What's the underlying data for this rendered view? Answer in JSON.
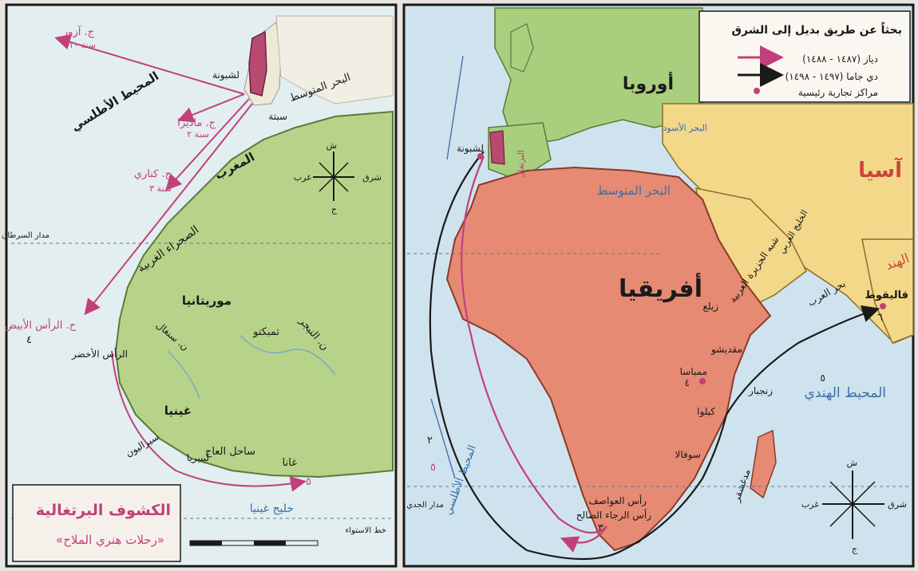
{
  "left_map": {
    "title": "الكشوف البرتغالية",
    "subtitle": "«رحلات هنري الملاح»",
    "labels": {
      "atlantic": "المحيط الأطلسي",
      "mediterranean": "البحر المتوسط",
      "azores": "ج. آزور",
      "azores_year": "سنة ١٠",
      "madeira": "ج. ماديرا",
      "madeira_year": "سنة ٢",
      "canary": "ج. كناري",
      "canary_year": "سنة ٣",
      "lisbon": "لشبونة",
      "ceuta": "سبتة",
      "maghreb": "المغرب",
      "western_sahara": "الصحراء الغربية",
      "cape_blanc": "ح. الرأس الأبيض",
      "cape_blanc_num": "٤",
      "cape_verde": "الرأس الأخضر",
      "mauritania": "موريتانيا",
      "senegal": "ن. سنغال",
      "timbuktu": "تمبكتو",
      "niger": "ن. النيجر",
      "guinea": "غينيا",
      "sierra_leone": "سيراليون",
      "liberia": "ليبيريا",
      "ivory_coast": "ساحل العاج",
      "ghana": "غانا",
      "gulf_guinea": "خليج غينيا",
      "tropic": "مدار السرطان",
      "equator": "خط الاستواء",
      "north": "ش",
      "south": "ج",
      "east": "شرق",
      "west": "غرب",
      "voyage_5": "٥"
    }
  },
  "right_map": {
    "legend": {
      "title": "بحثاً عن طريق بديل إلى الشرق",
      "items": [
        {
          "label": "دياز (١٤٨٧ - ١٤٨٨)",
          "color": "#c2407a",
          "marker": "arrow"
        },
        {
          "label": "دي جاما (١٤٩٧ - ١٤٩٨)",
          "color": "#1a1a1a",
          "marker": "arrow"
        },
        {
          "label": "مراكز تجارية رئيسية",
          "color": "#c2407a",
          "marker": "dot"
        }
      ]
    },
    "labels": {
      "europe": "أوروبا",
      "asia": "آسيا",
      "africa": "أفريقيا",
      "india": "الهند",
      "mediterranean": "البحر المتوسط",
      "black_sea": "البحر الأسود",
      "portugal": "البرتغال",
      "lisbon": "لشبونة",
      "arabian_peninsula": "شبه الجزيرة العربية",
      "arabian_gulf": "الخليج العربي",
      "arabian_sea": "بحر العرب",
      "calicut": "قاليقوط",
      "calicut_num": "٦",
      "zeila": "زيلع",
      "mogadishu": "مقديشو",
      "mombasa": "ممباسا",
      "mombasa_num": "٤",
      "zanzibar": "زنجبار",
      "kilwa": "كيلوا",
      "kilwa_num": "٥",
      "madagascar": "مدغشقر",
      "sofala": "سوفالا",
      "indian_ocean": "المحيط الهندي",
      "atlantic": "المحيط الأطلسي",
      "good_hope": "رأس العواصف",
      "good_hope2": "رأس الرجاء الصالح",
      "good_hope_num": "٣",
      "tropic": "مدار الجدي",
      "west_africa_num": "٢",
      "west_num": "٥",
      "north": "ش",
      "south": "ج",
      "east": "شرق",
      "west": "غرب"
    }
  },
  "colors": {
    "sea": "#cfe3ee",
    "land_green": "#b7d38a",
    "africa": "#e68a73",
    "asia": "#f3d88a",
    "europe": "#a9cf7e",
    "iberia": "#b84a72",
    "route_pink": "#c2407a",
    "route_black": "#1a1a1a"
  }
}
